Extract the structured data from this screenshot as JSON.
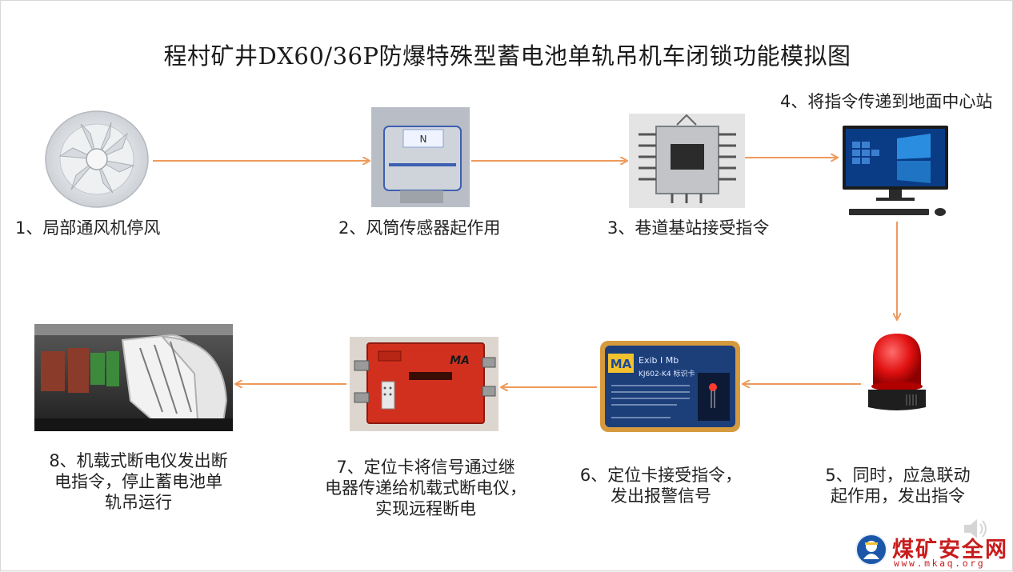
{
  "title": "程村矿井DX60/36P防爆特殊型蓄电池单轨吊机车闭锁功能模拟图",
  "steps": [
    {
      "id": 1,
      "lines": [
        "1、局部通风机停风"
      ],
      "icon": "fan-icon"
    },
    {
      "id": 2,
      "lines": [
        "2、风筒传感器起作用"
      ],
      "icon": "sensor-icon"
    },
    {
      "id": 3,
      "lines": [
        "3、巷道基站接受指令"
      ],
      "icon": "base-station-icon"
    },
    {
      "id": 4,
      "lines": [
        "4、将指令传递到地面中心站"
      ],
      "icon": "computer-icon"
    },
    {
      "id": 5,
      "lines": [
        "5、同时，应急联动",
        "起作用，发出指令"
      ],
      "icon": "alarm-beacon-icon"
    },
    {
      "id": 6,
      "lines": [
        "6、定位卡接受指令，",
        "发出报警信号"
      ],
      "icon": "locator-card-icon"
    },
    {
      "id": 7,
      "lines": [
        "7、定位卡将信号通过继",
        "电器传递给机载式断电仪，",
        "实现远程断电"
      ],
      "icon": "power-breaker-icon"
    },
    {
      "id": 8,
      "lines": [
        "8、机载式断电仪发出断",
        "电指令，停止蓄电池单",
        "轨吊运行"
      ],
      "icon": "monorail-train-icon"
    }
  ],
  "device_text": {
    "sensor_screen": "N",
    "card_brand": "MA",
    "card_line1": "Exib I Mb",
    "card_line2": "KJ602-K4 标识卡",
    "box_brand": "MA"
  },
  "watermark": {
    "name": "煤矿安全网",
    "url": "www.mkaq.org"
  },
  "colors": {
    "arrow": "#ee9a5c",
    "logo_red": "#c81d1d",
    "logo_blue": "#1b56a8"
  }
}
